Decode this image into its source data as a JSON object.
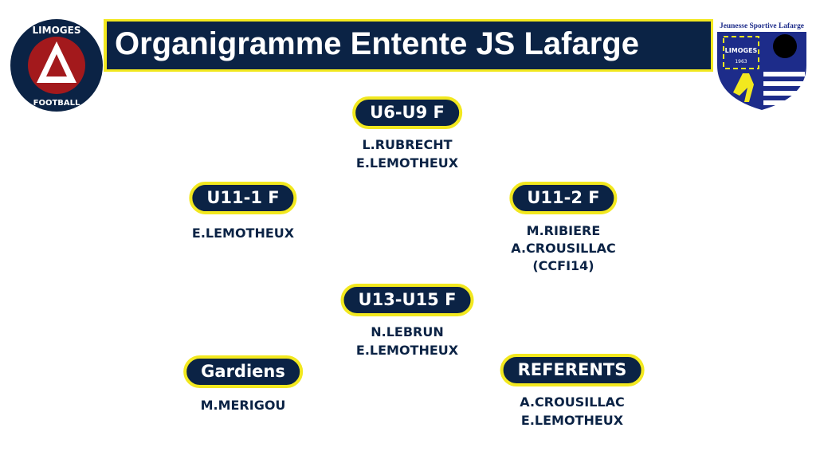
{
  "header": {
    "title": "Organigramme Entente JS Lafarge"
  },
  "logos": {
    "left": {
      "top_text": "LIMOGES",
      "bottom_text": "FOOTBALL"
    },
    "right": {
      "top_text": "Jeunesse Sportive Lafarge",
      "city": "LIMOGES",
      "year": "1963"
    }
  },
  "groups": [
    {
      "label": "U6-U9 F",
      "names": [
        "L.RUBRECHT",
        "E.LEMOTHEUX"
      ]
    },
    {
      "label": "U11-1 F",
      "names": [
        "E.LEMOTHEUX"
      ]
    },
    {
      "label": "U11-2 F",
      "names": [
        "M.RIBIERE",
        "A.CROUSILLAC",
        "(CCFI14)"
      ]
    },
    {
      "label": "U13-U15 F",
      "names": [
        "N.LEBRUN",
        "E.LEMOTHEUX"
      ]
    },
    {
      "label": "Gardiens",
      "names": [
        "M.MERIGOU"
      ]
    },
    {
      "label": "REFERENTS",
      "names": [
        "A.CROUSILLAC",
        "E.LEMOTHEUX"
      ]
    }
  ],
  "colors": {
    "navy": "#0b2345",
    "yellow": "#f2e81f",
    "red": "#a3191c"
  }
}
